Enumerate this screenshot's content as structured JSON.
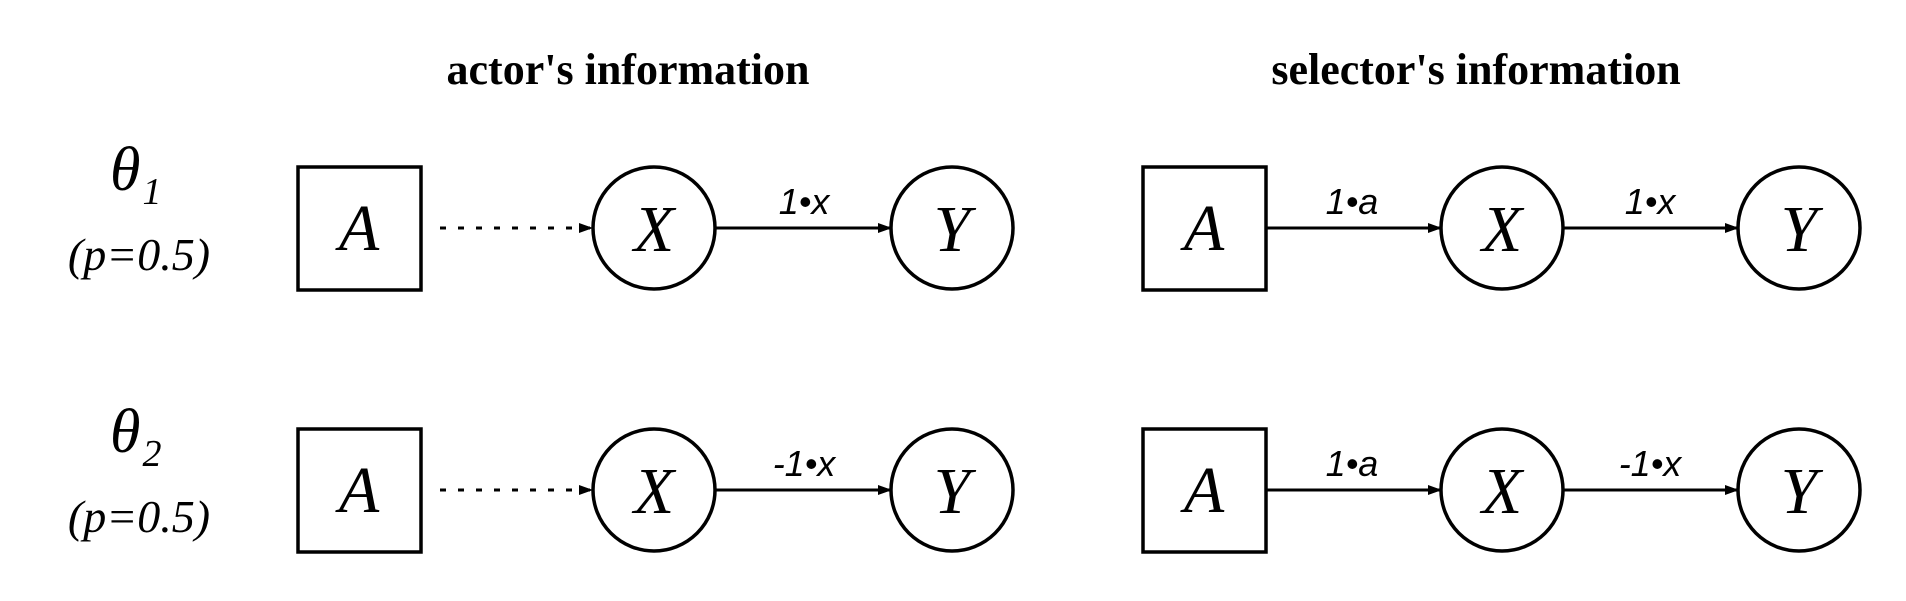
{
  "headers": {
    "actor": "actor's information",
    "selector": "selector's information"
  },
  "rows": [
    {
      "theta_symbol": "θ",
      "theta_subscript": "1",
      "probability": "(p=0.5)",
      "actor": {
        "nodes": [
          "A",
          "X",
          "Y"
        ],
        "edge_ax_label": "",
        "edge_ax_style": "dotted",
        "edge_xy_label": "1•x"
      },
      "selector": {
        "nodes": [
          "A",
          "X",
          "Y"
        ],
        "edge_ax_label": "1•a",
        "edge_ax_style": "solid",
        "edge_xy_label": "1•x"
      }
    },
    {
      "theta_symbol": "θ",
      "theta_subscript": "2",
      "probability": "(p=0.5)",
      "actor": {
        "nodes": [
          "A",
          "X",
          "Y"
        ],
        "edge_ax_label": "",
        "edge_ax_style": "dotted",
        "edge_xy_label": "-1•x"
      },
      "selector": {
        "nodes": [
          "A",
          "X",
          "Y"
        ],
        "edge_ax_label": "1•a",
        "edge_ax_style": "solid",
        "edge_xy_label": "-1•x"
      }
    }
  ]
}
